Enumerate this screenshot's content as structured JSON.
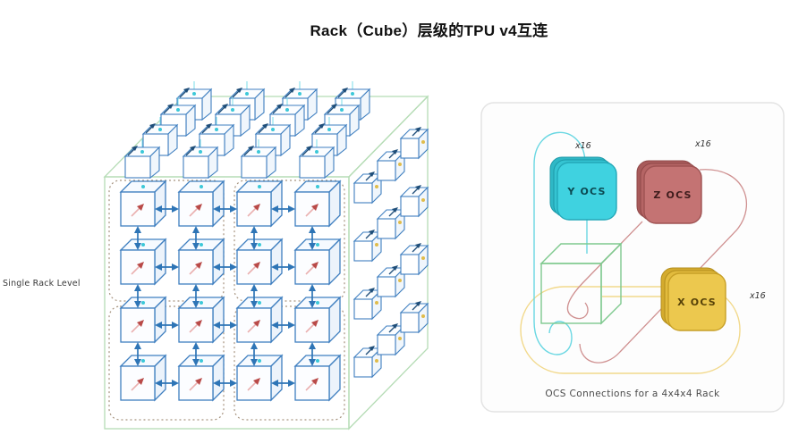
{
  "title": "Rack（Cube）层级的TPU v4互连",
  "left_diagram": {
    "label": "Single Rack Level"
  },
  "right_diagram": {
    "caption": "OCS Connections for a 4x4x4 Rack",
    "ocs_boxes": [
      {
        "axis": "Y",
        "label": "Y OCS",
        "count": "x16",
        "color": "#3fd2e0"
      },
      {
        "axis": "Z",
        "label": "Z OCS",
        "count": "x16",
        "color": "#c47373"
      },
      {
        "axis": "X",
        "label": "X OCS",
        "count": "x16",
        "color": "#ecc84e"
      }
    ]
  },
  "colors": {
    "node_stroke": "#3f7fc0",
    "link_arrow": "#2e75b6",
    "rack_outline": "#b5dcb5",
    "group_border": "#a6937f",
    "chip_arrow": "#b94a48",
    "top_dot": "#3cc8d8",
    "side_dot": "#e0bc4a",
    "panel_border": "#e3e3e3"
  }
}
